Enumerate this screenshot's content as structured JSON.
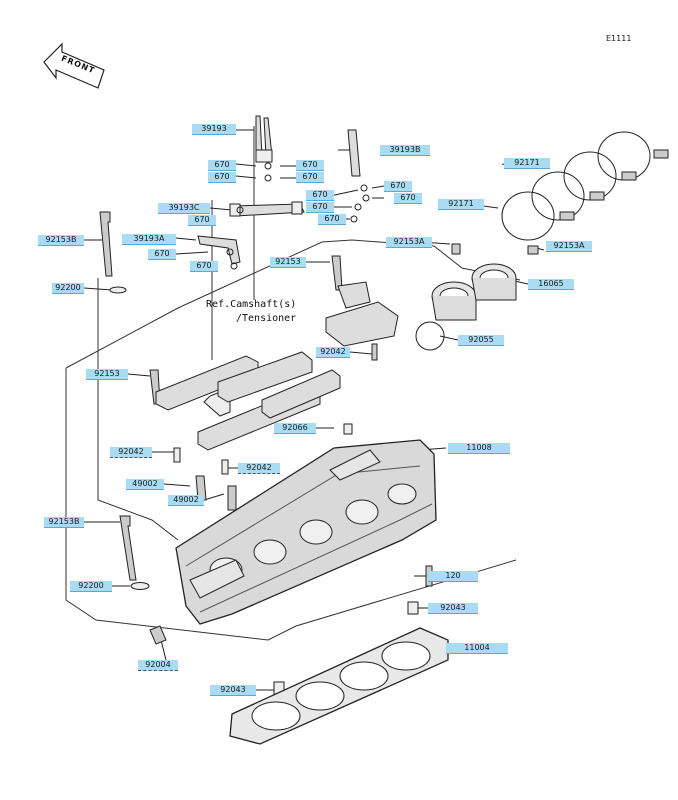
{
  "diagram_id": "E1111",
  "front_label": "FRONT",
  "ref_notes": [
    "Ref.Camshaft(s)",
    "/Tensioner"
  ],
  "callouts": {
    "c1": "39193",
    "c2": "39193B",
    "c3": "670",
    "c4": "670",
    "c5": "670",
    "c6": "670",
    "c7": "670",
    "c8": "670",
    "c9": "670",
    "c10": "670",
    "c11": "670",
    "c12": "39193C",
    "c13": "670",
    "c14": "39193A",
    "c15": "670",
    "c16": "670",
    "c17": "92153B",
    "c18": "92153",
    "c19": "92200",
    "c20": "92153A",
    "c21": "92171",
    "c22": "92171",
    "c23": "92153A",
    "c24": "16065",
    "c25": "92055",
    "c26": "92042",
    "c27": "92153",
    "c28": "92066",
    "c29": "11008",
    "c30": "92042",
    "c31": "92042",
    "c32": "49002",
    "c33": "49002",
    "c34": "92153B",
    "c35": "92200",
    "c36": "120",
    "c37": "92043",
    "c38": "11004",
    "c39": "92004",
    "c40": "92043"
  }
}
